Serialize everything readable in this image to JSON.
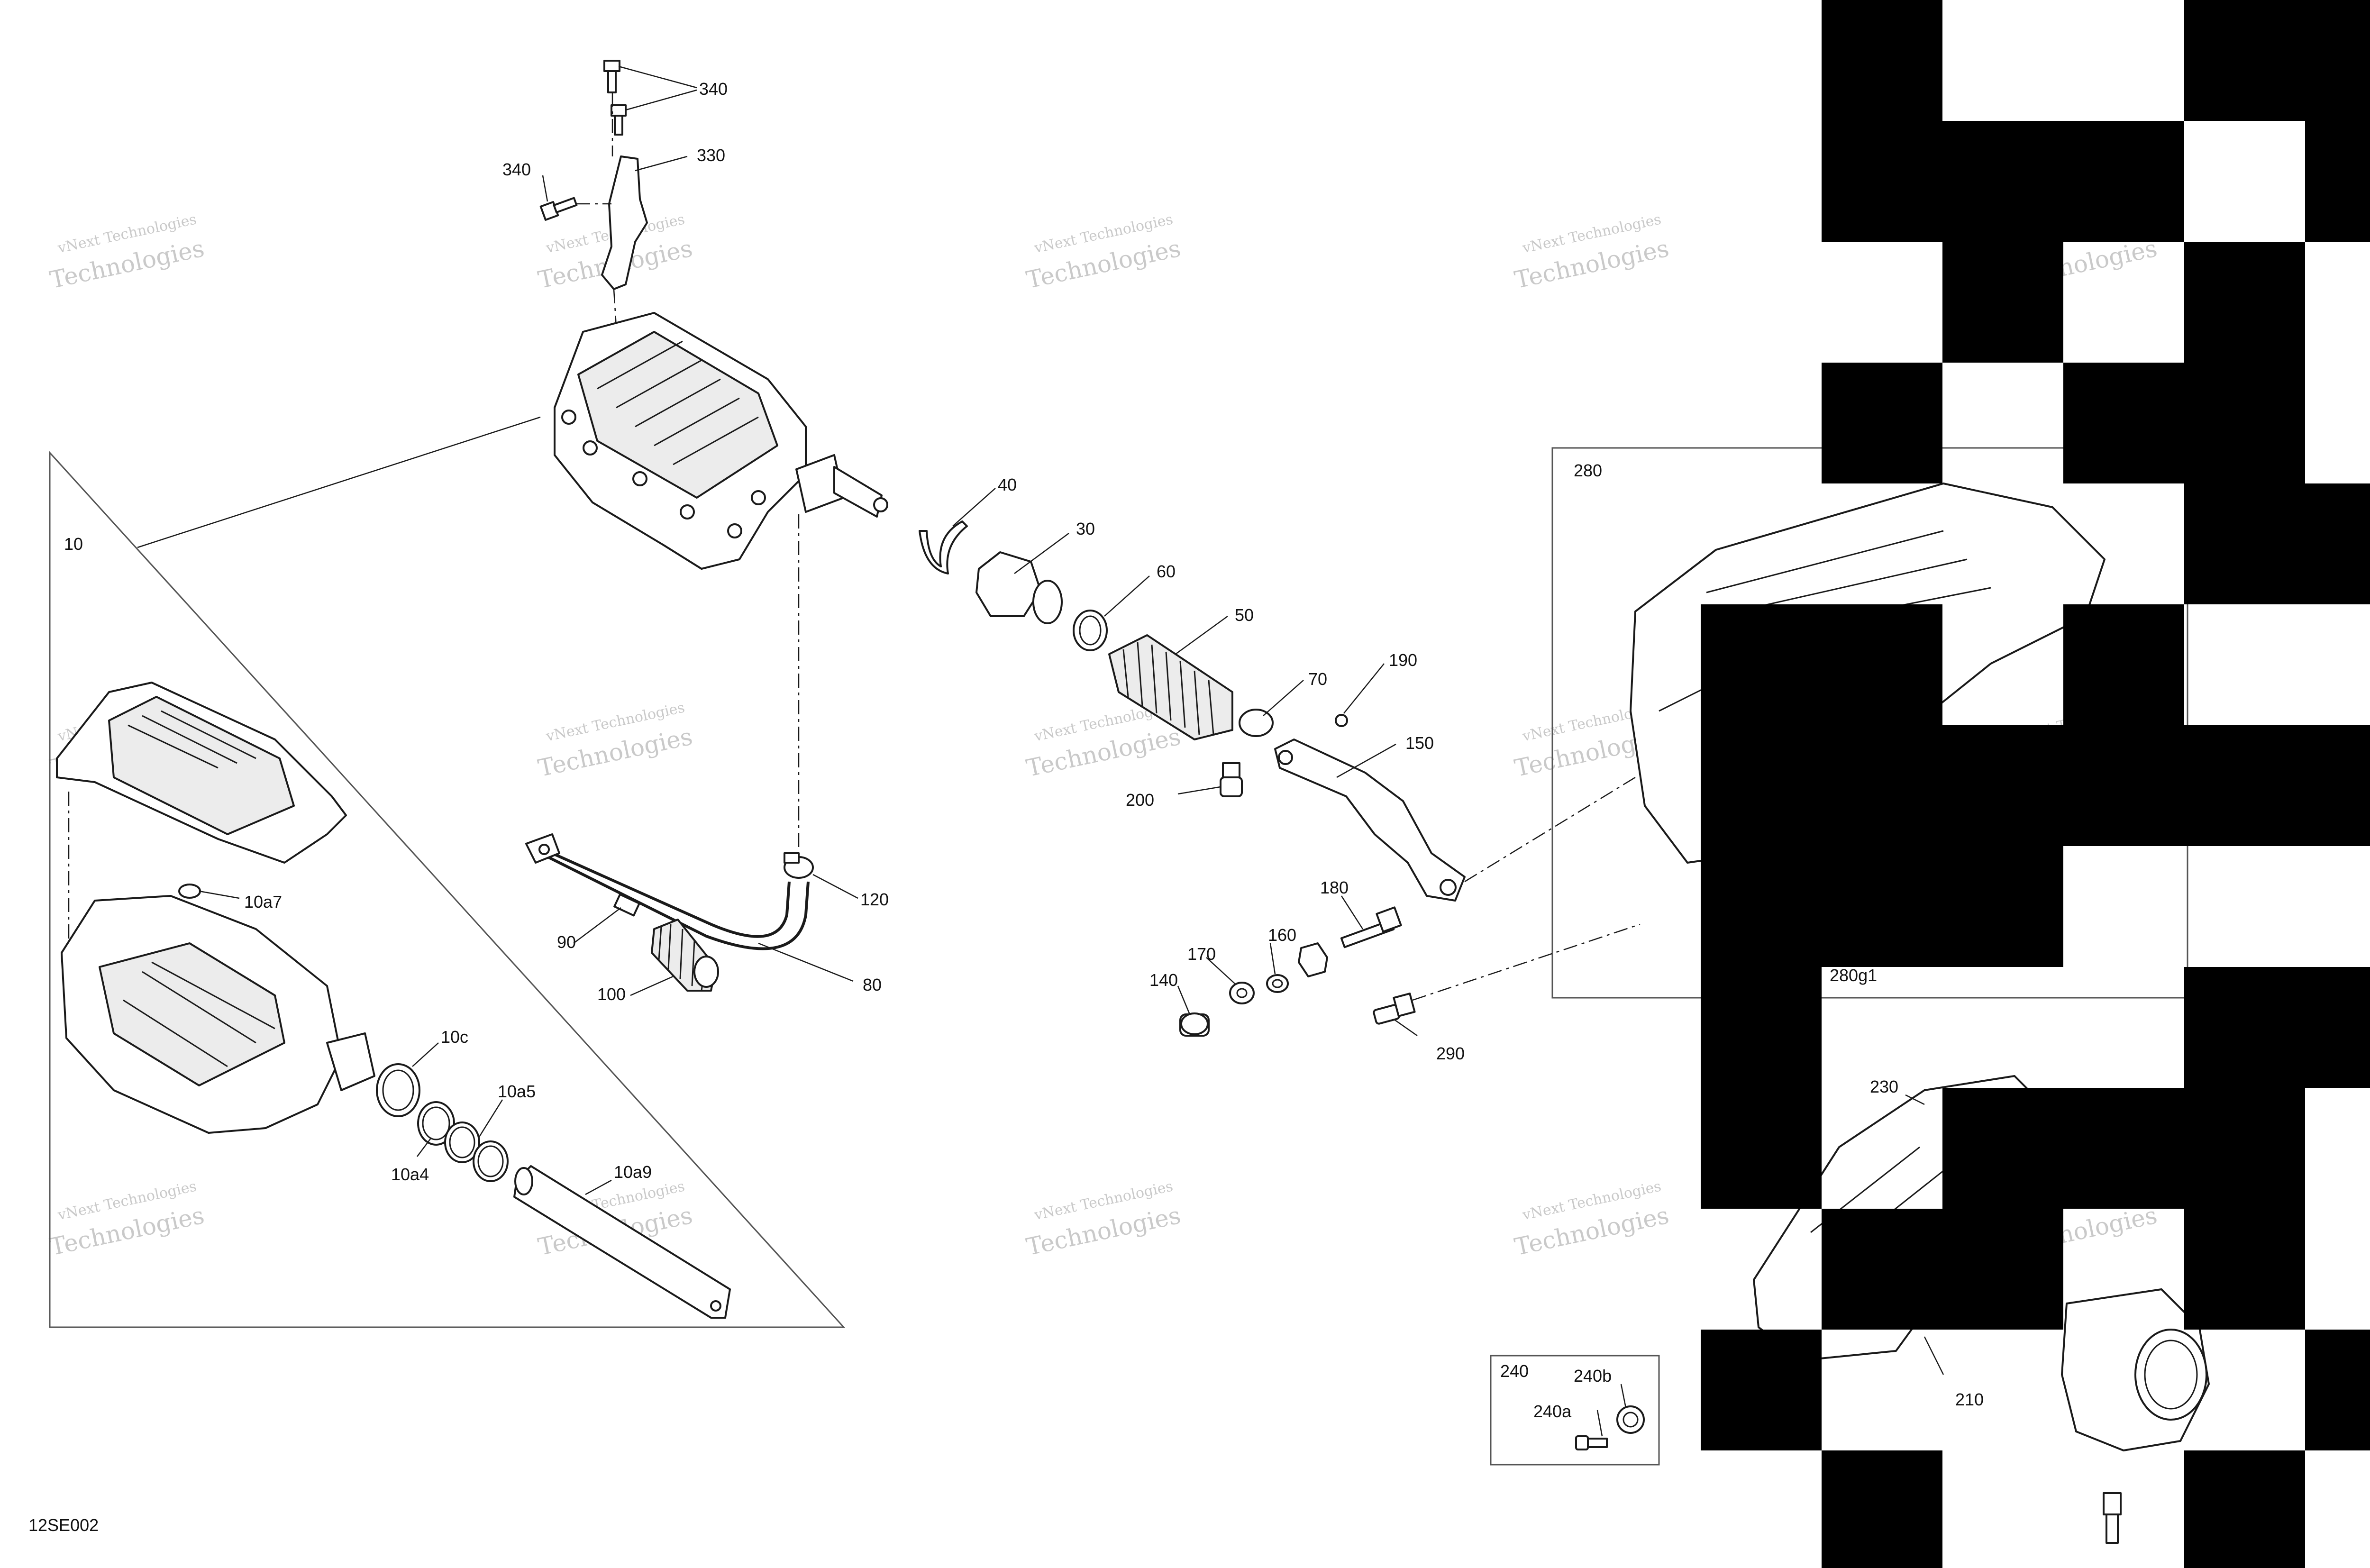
{
  "diagram_id": "12SE002",
  "watermark": {
    "line1": "vNext Technologies",
    "line2": "Technologies"
  },
  "callouts": {
    "c340a": "340",
    "c340b": "340",
    "c330": "330",
    "c10": "10",
    "c40": "40",
    "c30": "30",
    "c60": "60",
    "c50": "50",
    "c70": "70",
    "c190": "190",
    "c150": "150",
    "c200": "200",
    "c120": "120",
    "c90": "90",
    "c100": "100",
    "c80": "80",
    "c180": "180",
    "c160": "160",
    "c170": "170",
    "c140": "140",
    "c290": "290",
    "c280": "280",
    "c280g1": "280g1",
    "c230": "230",
    "c210": "210",
    "c240": "240",
    "c240a": "240a",
    "c240b": "240b",
    "c10a7": "10a7",
    "c10c": "10c",
    "c10a5": "10a5",
    "c10a4": "10a4",
    "c10a9": "10a9"
  }
}
